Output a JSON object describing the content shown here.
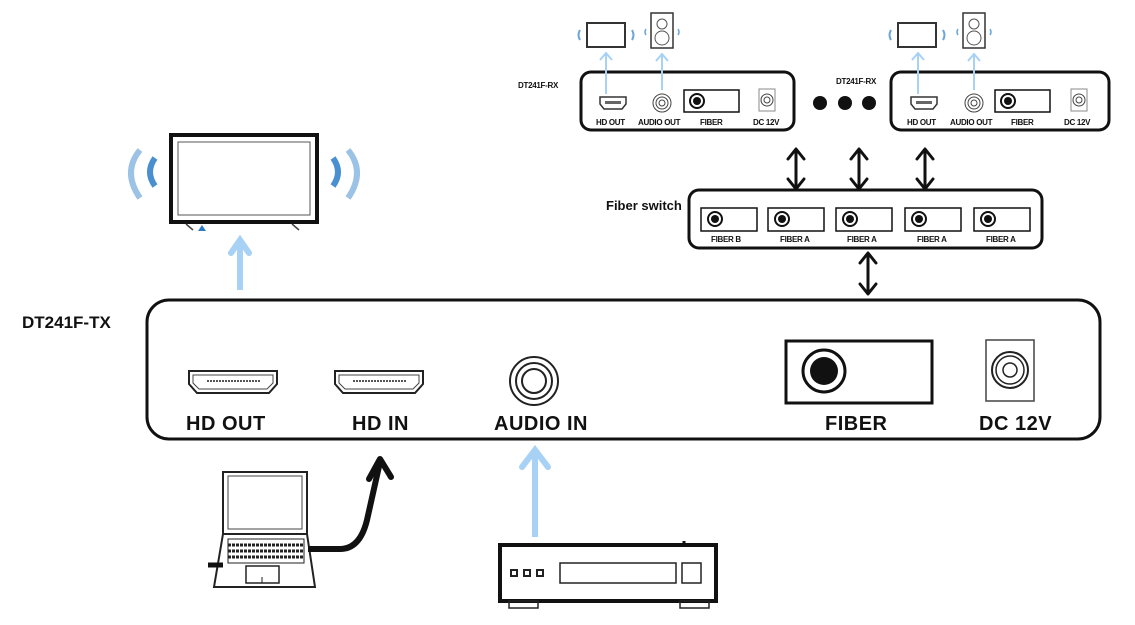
{
  "transmitter": {
    "name": "DT241F-TX",
    "ports": {
      "hd_out": "HD OUT",
      "hd_in": "HD IN",
      "audio_in": "AUDIO IN",
      "fiber": "FIBER",
      "dc": "DC 12V"
    }
  },
  "receivers": [
    {
      "name": "DT241F-RX",
      "ports": {
        "hd_out": "HD OUT",
        "audio_out": "AUDIO OUT",
        "fiber": "FIBER",
        "dc": "DC 12V"
      }
    },
    {
      "name": "DT241F-RX",
      "ports": {
        "hd_out": "HD OUT",
        "audio_out": "AUDIO OUT",
        "fiber": "FIBER",
        "dc": "DC 12V"
      }
    }
  ],
  "fiber_switch": {
    "label": "Fiber switch",
    "ports": [
      "FIBER B",
      "FIBER A",
      "FIBER A",
      "FIBER A",
      "FIBER A"
    ]
  },
  "devices": {
    "source_laptop": "laptop",
    "audio_source": "audio player",
    "display_main": "tv",
    "rx_displays": [
      "tv",
      "tv"
    ],
    "rx_speakers": [
      "speaker",
      "speaker"
    ]
  },
  "colors": {
    "signal_arrow": "#a7d1f5",
    "wave_dark": "#4a8fcf",
    "wave_light": "#9cc3e6",
    "outline": "#111111"
  }
}
